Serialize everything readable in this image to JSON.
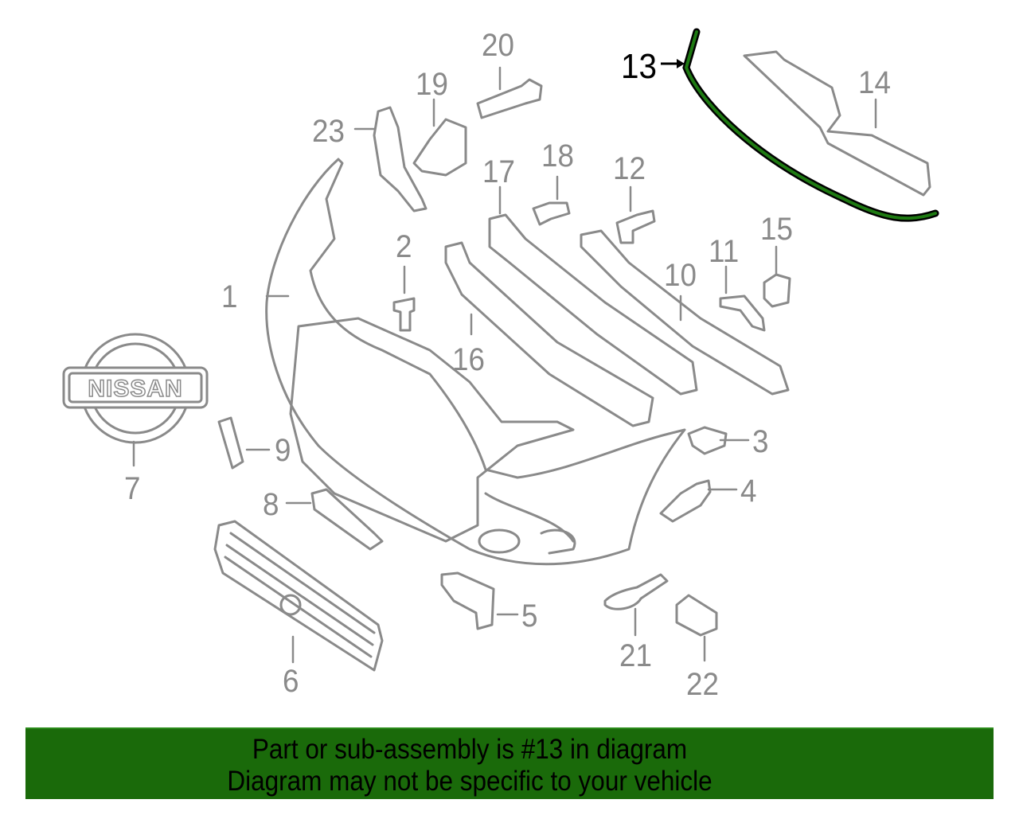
{
  "diagram": {
    "title": "Front bumper exploded parts diagram",
    "highlight_color": "#1e7a12",
    "line_color": "#8a8a8a",
    "highlighted_part": "13",
    "brand_emblem_text": "NISSAN",
    "callouts": [
      {
        "id": "1",
        "label": "1"
      },
      {
        "id": "2",
        "label": "2"
      },
      {
        "id": "3",
        "label": "3"
      },
      {
        "id": "4",
        "label": "4"
      },
      {
        "id": "5",
        "label": "5"
      },
      {
        "id": "6",
        "label": "6"
      },
      {
        "id": "7",
        "label": "7"
      },
      {
        "id": "8",
        "label": "8"
      },
      {
        "id": "9",
        "label": "9"
      },
      {
        "id": "10",
        "label": "10"
      },
      {
        "id": "11",
        "label": "11"
      },
      {
        "id": "12",
        "label": "12"
      },
      {
        "id": "13",
        "label": "13"
      },
      {
        "id": "14",
        "label": "14"
      },
      {
        "id": "15",
        "label": "15"
      },
      {
        "id": "16",
        "label": "16"
      },
      {
        "id": "17",
        "label": "17"
      },
      {
        "id": "18",
        "label": "18"
      },
      {
        "id": "19",
        "label": "19"
      },
      {
        "id": "20",
        "label": "20"
      },
      {
        "id": "21",
        "label": "21"
      },
      {
        "id": "22",
        "label": "22"
      },
      {
        "id": "23",
        "label": "23"
      }
    ]
  },
  "banner": {
    "background": "#1a6a0a",
    "line1": "Part or sub-assembly is #13 in diagram",
    "line2": "Diagram may not be specific to your vehicle"
  }
}
